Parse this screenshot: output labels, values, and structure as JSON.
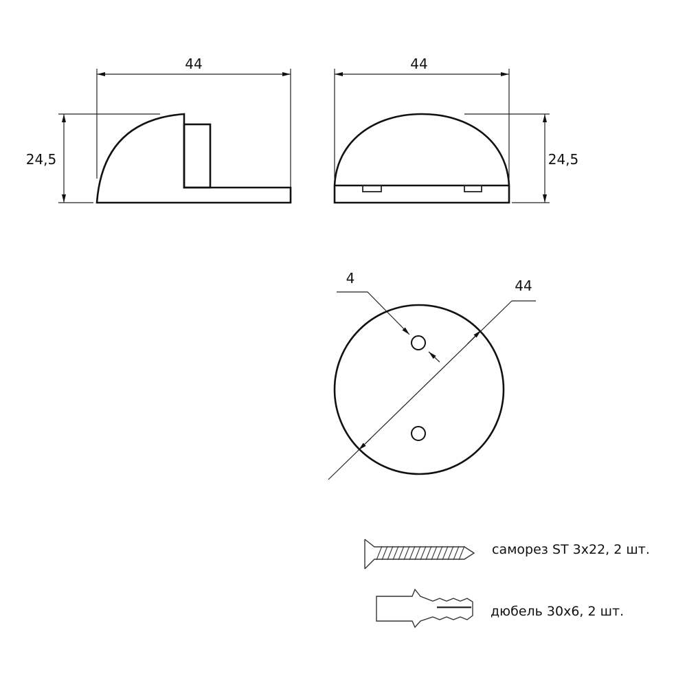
{
  "side_view": {
    "width_label": "44",
    "height_label": "24,5"
  },
  "front_view": {
    "width_label": "44",
    "height_label": "24,5"
  },
  "bottom_view": {
    "hole_label": "4",
    "diameter_label": "44"
  },
  "hardware": [
    {
      "icon": "screw-icon",
      "label": "саморез ST 3x22, 2 шт."
    },
    {
      "icon": "wall-plug-icon",
      "label": "дюбель 30x6, 2 шт."
    }
  ]
}
